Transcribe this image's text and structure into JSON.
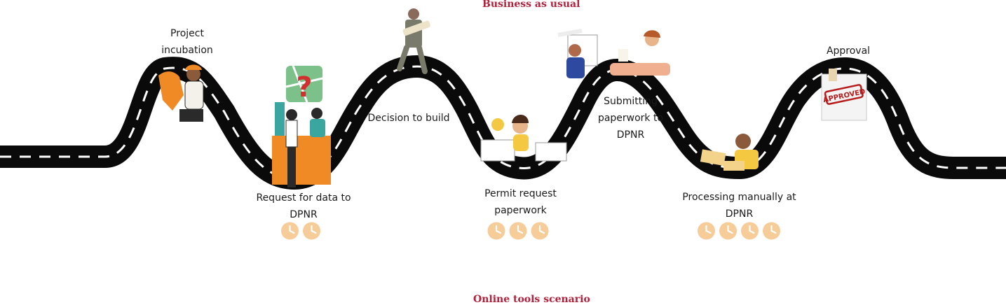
{
  "header": {
    "title": "Business as usual",
    "title_color": "#b2203a"
  },
  "footer": {
    "title": "Online tools scenario",
    "title_color": "#b2203a"
  },
  "colors": {
    "road": "#0a0a0a",
    "lane_markings": "#ffffff",
    "clock_fill": "#f6cc99",
    "clock_hands": "#ffffff",
    "desk": "#f08a24",
    "stamp": "#b71c1c"
  },
  "steps": [
    {
      "label": "Project incubation",
      "illustration": "worker-with-hardhat",
      "clocks": 0
    },
    {
      "label": "Request for data to DPNR",
      "illustration": "office-counter-with-map-question",
      "clocks": 2
    },
    {
      "label": "Decision to build",
      "illustration": "man-carrying-blueprints",
      "clocks": 0
    },
    {
      "label": "Permit request paperwork",
      "illustration": "woman-with-paper-stacks",
      "clocks": 3
    },
    {
      "label": "Submitting paperwork to DPNR",
      "illustration": "clerk-with-papers-and-receptionist",
      "clocks": 0
    },
    {
      "label": "Processing manually at DPNR",
      "illustration": "man-at-desk-with-files",
      "clocks": 4
    },
    {
      "label": "Approval",
      "illustration": "approved-stamp-document",
      "stamp_text": "APPROVED",
      "clocks": 0
    }
  ],
  "clock_icon": "clock-icon"
}
